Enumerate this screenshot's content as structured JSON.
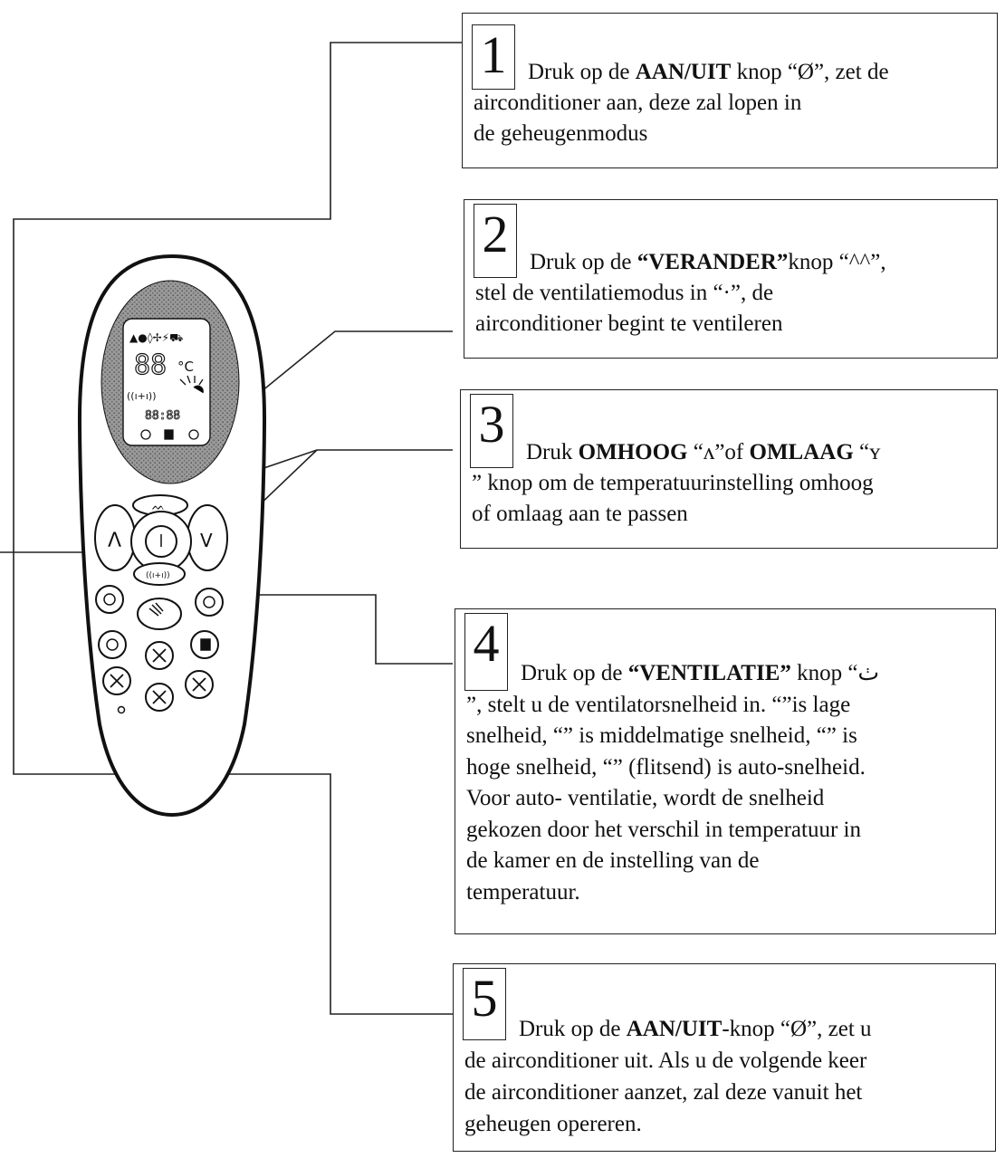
{
  "remote": {
    "display": {
      "mode_icons": "▲●◊✢⚡⛟",
      "temperature": "88",
      "unit": "°C",
      "fan": "((ı+ı))",
      "clock": "88:88"
    },
    "buttons": {
      "up": "Λ",
      "down": "V",
      "power": "Ⓘ",
      "mode": "ᨓ",
      "fan": "((ı+ı))"
    }
  },
  "steps": [
    {
      "num": "1",
      "lines": [
        [
          "Druk op de ",
          {
            "b": "AAN/UIT"
          },
          " knop “Ø”, zet de"
        ],
        [
          "airconditioner aan, deze zal lopen in"
        ],
        [
          "de geheugenmodus"
        ]
      ]
    },
    {
      "num": "2",
      "lines": [
        [
          "Druk op de ",
          {
            "b": "“VERANDER”"
          },
          "knop “^^”,"
        ],
        [
          "stel de ventilatiemodus in “·”, de"
        ],
        [
          "airconditioner begint te ventileren"
        ]
      ]
    },
    {
      "num": "3",
      "lines": [
        [
          "Druk ",
          {
            "b": "OMHOOG"
          },
          " “ʌ”of ",
          {
            "b": "OMLAAG"
          },
          " “ʏ"
        ],
        [
          "” knop om de temperatuurinstelling omhoog"
        ],
        [
          "of omlaag aan te passen"
        ]
      ]
    },
    {
      "num": "4",
      "lines": [
        [
          "Druk op de ",
          {
            "b": "“VENTILATIE”"
          },
          " knop “ٺ"
        ],
        [
          "”, stelt u de ventilatorsnelheid in. “”is lage"
        ],
        [
          "snelheid, “” is middelmatige snelheid, “” is"
        ],
        [
          "hoge snelheid, “” (flitsend) is auto-snelheid."
        ],
        [
          "Voor auto- ventilatie, wordt de snelheid"
        ],
        [
          "gekozen door het verschil in temperatuur in"
        ],
        [
          "de kamer en de instelling van de"
        ],
        [
          "temperatuur."
        ]
      ]
    },
    {
      "num": "5",
      "lines": [
        [
          "Druk op de ",
          {
            "b": "AAN/UIT"
          },
          "-knop “Ø”, zet u"
        ],
        [
          "de airconditioner uit. Als u de volgende keer"
        ],
        [
          "de airconditioner aanzet, zal deze vanuit het"
        ],
        [
          "geheugen opereren."
        ]
      ]
    }
  ]
}
